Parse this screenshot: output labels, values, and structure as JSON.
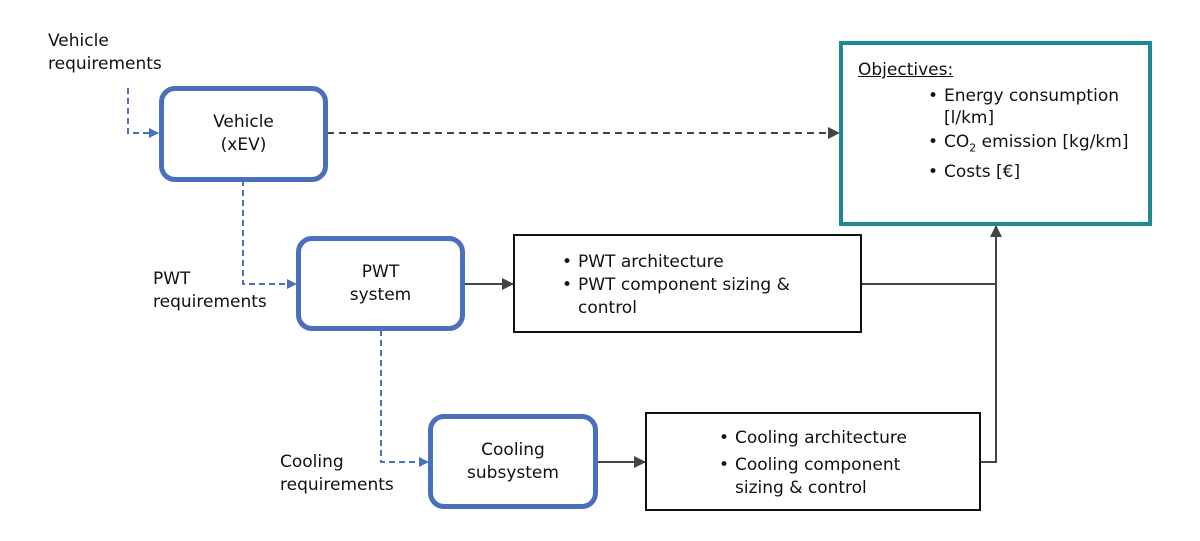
{
  "inputs": {
    "vehicle_req": [
      "Vehicle",
      "requirements"
    ],
    "pwt_req": [
      "PWT",
      "requirements"
    ],
    "cooling_req": [
      "Cooling",
      "requirements"
    ]
  },
  "systems": {
    "vehicle": [
      "Vehicle",
      "(xEV)"
    ],
    "pwt": [
      "PWT",
      "system"
    ],
    "cooling": [
      "Cooling",
      "subsystem"
    ]
  },
  "outputs": {
    "pwt": [
      "PWT architecture",
      "PWT component sizing & control"
    ],
    "cooling": [
      "Cooling architecture",
      "Cooling component sizing & control"
    ]
  },
  "objectives": {
    "title": "Objectives:",
    "items": [
      "Energy consumption [l/km]",
      "CO",
      "Costs [€]"
    ],
    "co2": {
      "prefix": "CO",
      "sub": "2",
      "suffix": " emission [kg/km]"
    }
  },
  "colors": {
    "system_border": "#4a6fbd",
    "objectives_border": "#1c8a94",
    "requirement_arrow": "#4a6fbd",
    "result_arrow": "#444444"
  }
}
